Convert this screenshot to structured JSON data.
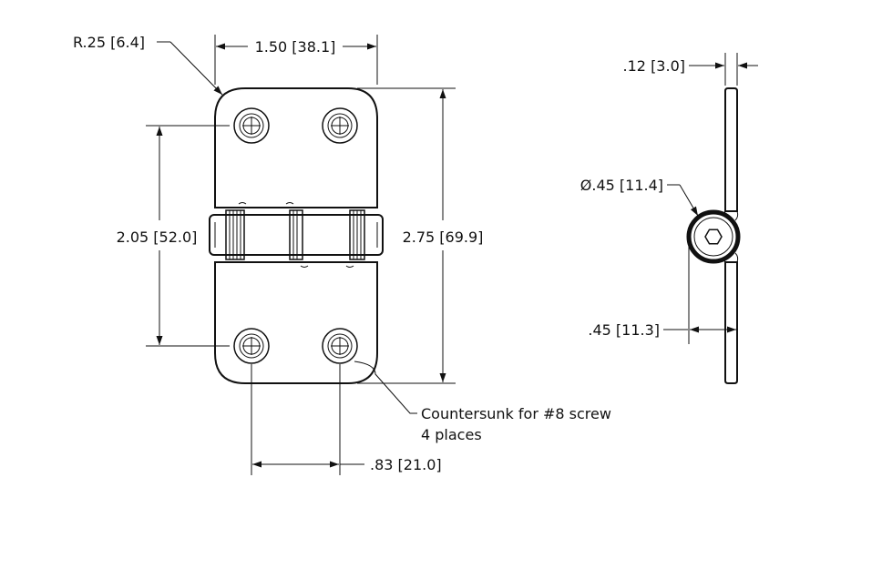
{
  "front_view": {
    "corner_radius": "R.25 [6.4]",
    "overall_width": "1.50 [38.1]",
    "hole_spacing_vertical": "2.05 [52.0]",
    "overall_height": "2.75 [69.9]",
    "hole_spacing_horizontal": ".83 [21.0]",
    "note_line1": "Countersunk for #8 screw",
    "note_line2": "4 places"
  },
  "side_view": {
    "leaf_thickness": ".12 [3.0]",
    "knuckle_diameter": "Ø.45 [11.4]",
    "pin_offset": ".45 [11.3]"
  },
  "colors": {
    "line": "#111111",
    "background": "#ffffff"
  }
}
